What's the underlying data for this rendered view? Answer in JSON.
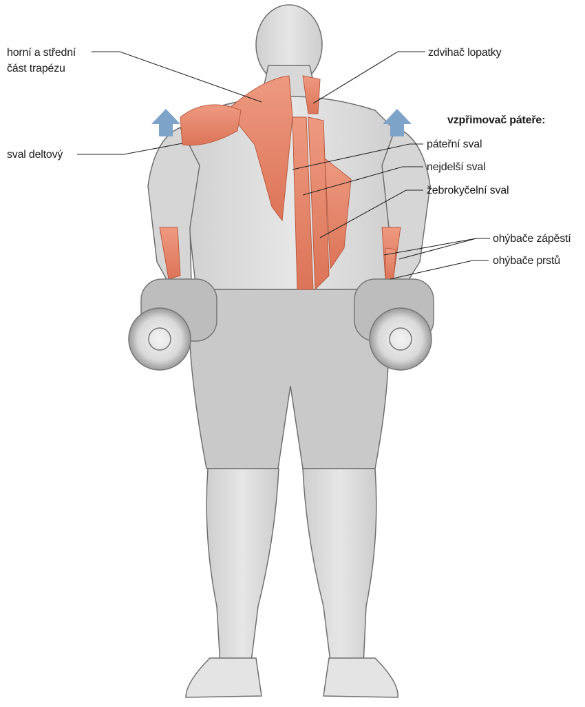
{
  "labels": {
    "upper_trapezius": "horní a střední",
    "upper_trapezius_line2": "část trapézu",
    "levator_scapulae": "zdvihač lopatky",
    "erector_heading": "vzpřimovač páteře:",
    "spinalis": "páteřní sval",
    "longissimus": "nejdelší sval",
    "iliocostalis": "žebrokyčelní sval",
    "deltoid": "sval deltový",
    "wrist_flexors": "ohýbače zápěstí",
    "finger_flexors": "ohýbače prstů"
  },
  "colors": {
    "highlighted_muscle": "#e8866a",
    "body": "#dcdcdc",
    "shorts": "#c9c9c9",
    "arrow": "#7ea3c9",
    "leader_line": "#222222"
  },
  "icons": {
    "left_arrow": "up-arrow-icon",
    "right_arrow": "up-arrow-icon"
  }
}
